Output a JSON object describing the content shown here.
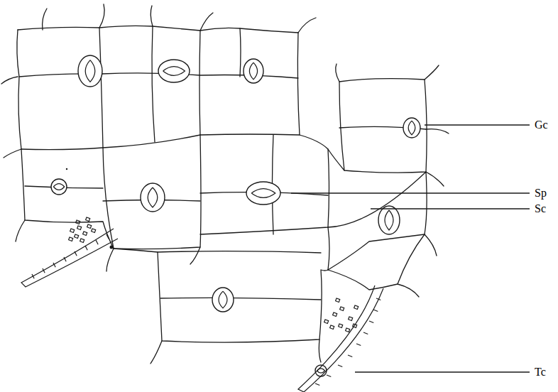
{
  "diagram": {
    "labels": [
      "Gc",
      "Sp",
      "Sc",
      "Tc"
    ]
  }
}
